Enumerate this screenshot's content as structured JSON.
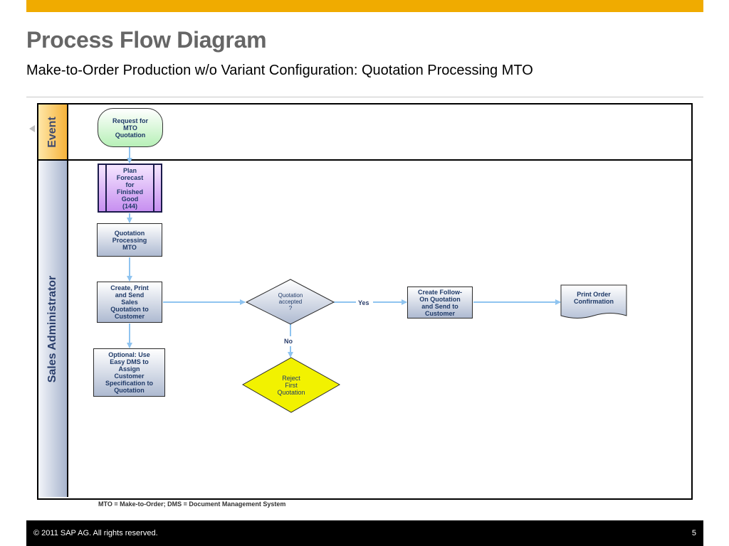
{
  "header": {
    "title": "Process Flow Diagram",
    "subtitle": "Make-to-Order Production w/o Variant Configuration: Quotation Processing MTO",
    "accent_color": "#f0ab00"
  },
  "lanes": {
    "event": "Event",
    "sales": "Sales Administrator"
  },
  "nodes": {
    "request": "Request for\nMTO\nQuotation",
    "plan": "Plan\nForecast\nfor\nFinished\nGood\n(144)",
    "quotation_processing": "Quotation\nProcessing\nMTO",
    "create_print": "Create, Print\nand Send\nSales\nQuotation to\nCustomer",
    "optional": "Optional: Use\nEasy DMS to\nAssign\nCustomer\nSpecification to\nQuotation",
    "accepted": "Quotation\naccepted\n?",
    "reject": "Reject\nFirst\nQuotation",
    "follow_on": "Create Follow-\nOn Quotation\nand Send to\nCustomer",
    "print_order": "Print Order\nConfirmation"
  },
  "edge_labels": {
    "yes": "Yes",
    "no": "No"
  },
  "footnote": "MTO = Make-to-Order; DMS = Document Management System",
  "footer": {
    "copyright": "©  2011 SAP AG. All rights reserved.",
    "page": "5"
  }
}
